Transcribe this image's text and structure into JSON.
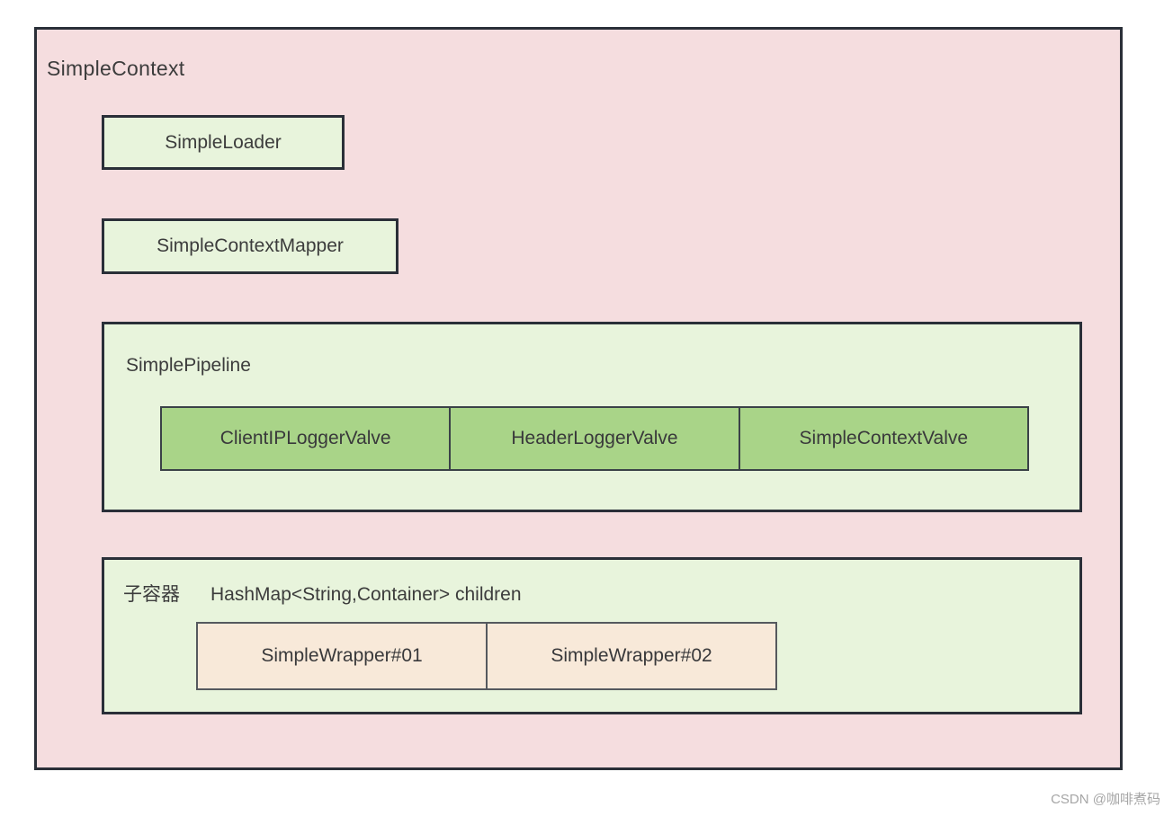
{
  "diagram": {
    "title": "SimpleContext",
    "loader_label": "SimpleLoader",
    "mapper_label": "SimpleContextMapper",
    "pipeline": {
      "title": "SimplePipeline",
      "valves": [
        "ClientIPLoggerValve",
        "HeaderLoggerValve",
        "SimpleContextValve"
      ]
    },
    "children": {
      "label_cn": "子容器",
      "type_label": "HashMap<String,Container> children",
      "wrappers": [
        "SimpleWrapper#01",
        "SimpleWrapper#02"
      ]
    }
  },
  "watermark": "CSDN @咖啡煮码",
  "colors": {
    "outer_fill": "#f5dddf",
    "inner_fill": "#e8f4dc",
    "valve_fill": "#a9d488",
    "wrapper_fill": "#f8e9d9",
    "border_dark": "#2a2f38",
    "text": "#3c3c3c",
    "watermark": "#a6a6a6"
  }
}
